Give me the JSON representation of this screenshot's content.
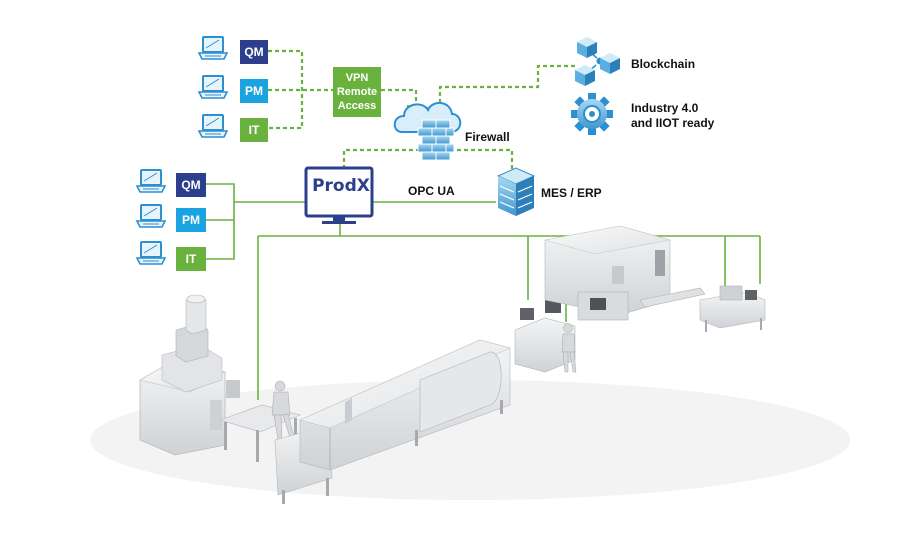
{
  "remote_roles": {
    "qm": "QM",
    "pm": "PM",
    "it": "IT"
  },
  "local_roles": {
    "qm": "QM",
    "pm": "PM",
    "it": "IT"
  },
  "vpn": {
    "line1": "VPN",
    "line2": "Remote",
    "line3": "Access"
  },
  "firewall_label": "Firewall",
  "opc_label": "OPC UA",
  "mes_label": "MES / ERP",
  "blockchain_label": "Blockchain",
  "industry": {
    "line1": "Industry 4.0",
    "line2": "and IIOT ready"
  },
  "monitor_brand": "ProdX",
  "colors": {
    "dark_blue": "#2c3f8c",
    "light_blue": "#1aa3e0",
    "green": "#6ab23e",
    "machine_gray": "#e6e7e9"
  },
  "icons": [
    "laptop-icon",
    "cloud-firewall-icon",
    "server-icon",
    "blockchain-icon",
    "gear-icon",
    "monitor-icon"
  ]
}
